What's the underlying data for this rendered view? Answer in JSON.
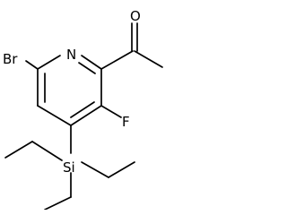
{
  "molecule": {
    "atoms": {
      "oxygen": "O",
      "nitrogen": "N",
      "bromine": "Br",
      "fluorine": "F",
      "silicon": "Si"
    }
  }
}
